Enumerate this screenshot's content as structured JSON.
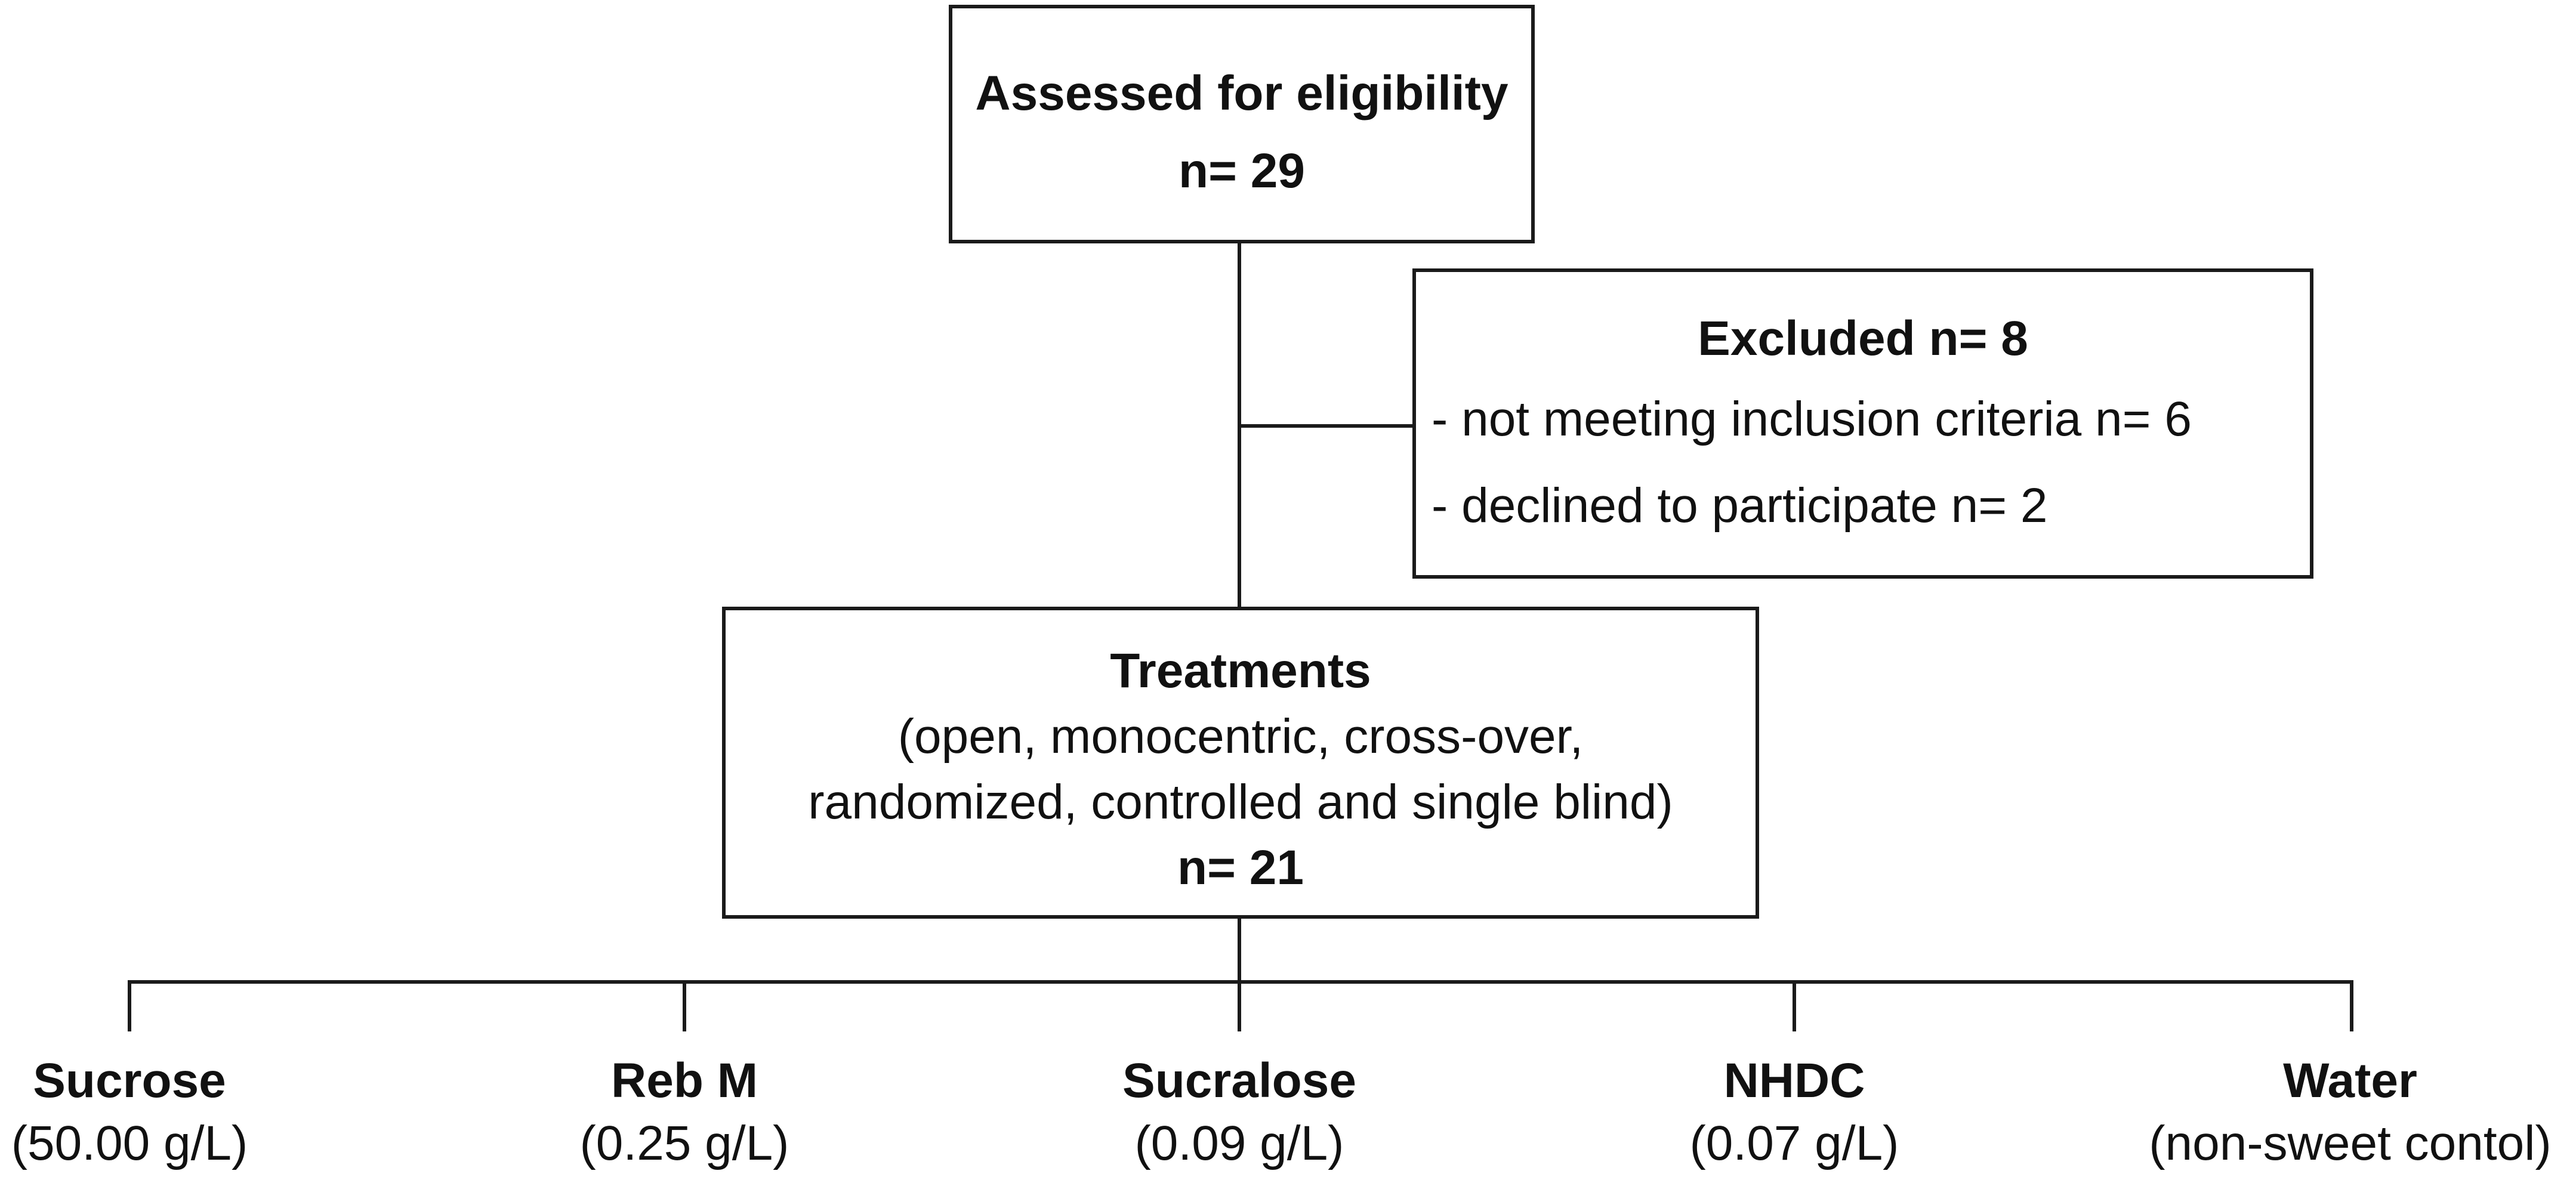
{
  "assessed": {
    "title": "Assessed for eligibility",
    "n": "n= 29"
  },
  "excluded": {
    "title": "Excluded n= 8",
    "reasons": [
      "- not meeting inclusion criteria n= 6",
      "- declined to participate n= 2"
    ]
  },
  "treatments": {
    "title": "Treatments",
    "description_lines": [
      "(open, monocentric, cross-over,",
      "randomized, controlled and single blind)"
    ],
    "n": "n= 21"
  },
  "arms": [
    {
      "name": "Sucrose",
      "dose": "(50.00 g/L)"
    },
    {
      "name": "Reb M",
      "dose": "(0.25 g/L)"
    },
    {
      "name": "Sucralose",
      "dose": "(0.09 g/L)"
    },
    {
      "name": "NHDC",
      "dose": "(0.07 g/L)"
    },
    {
      "name": "Water",
      "dose": "(non-sweet contol)"
    }
  ]
}
